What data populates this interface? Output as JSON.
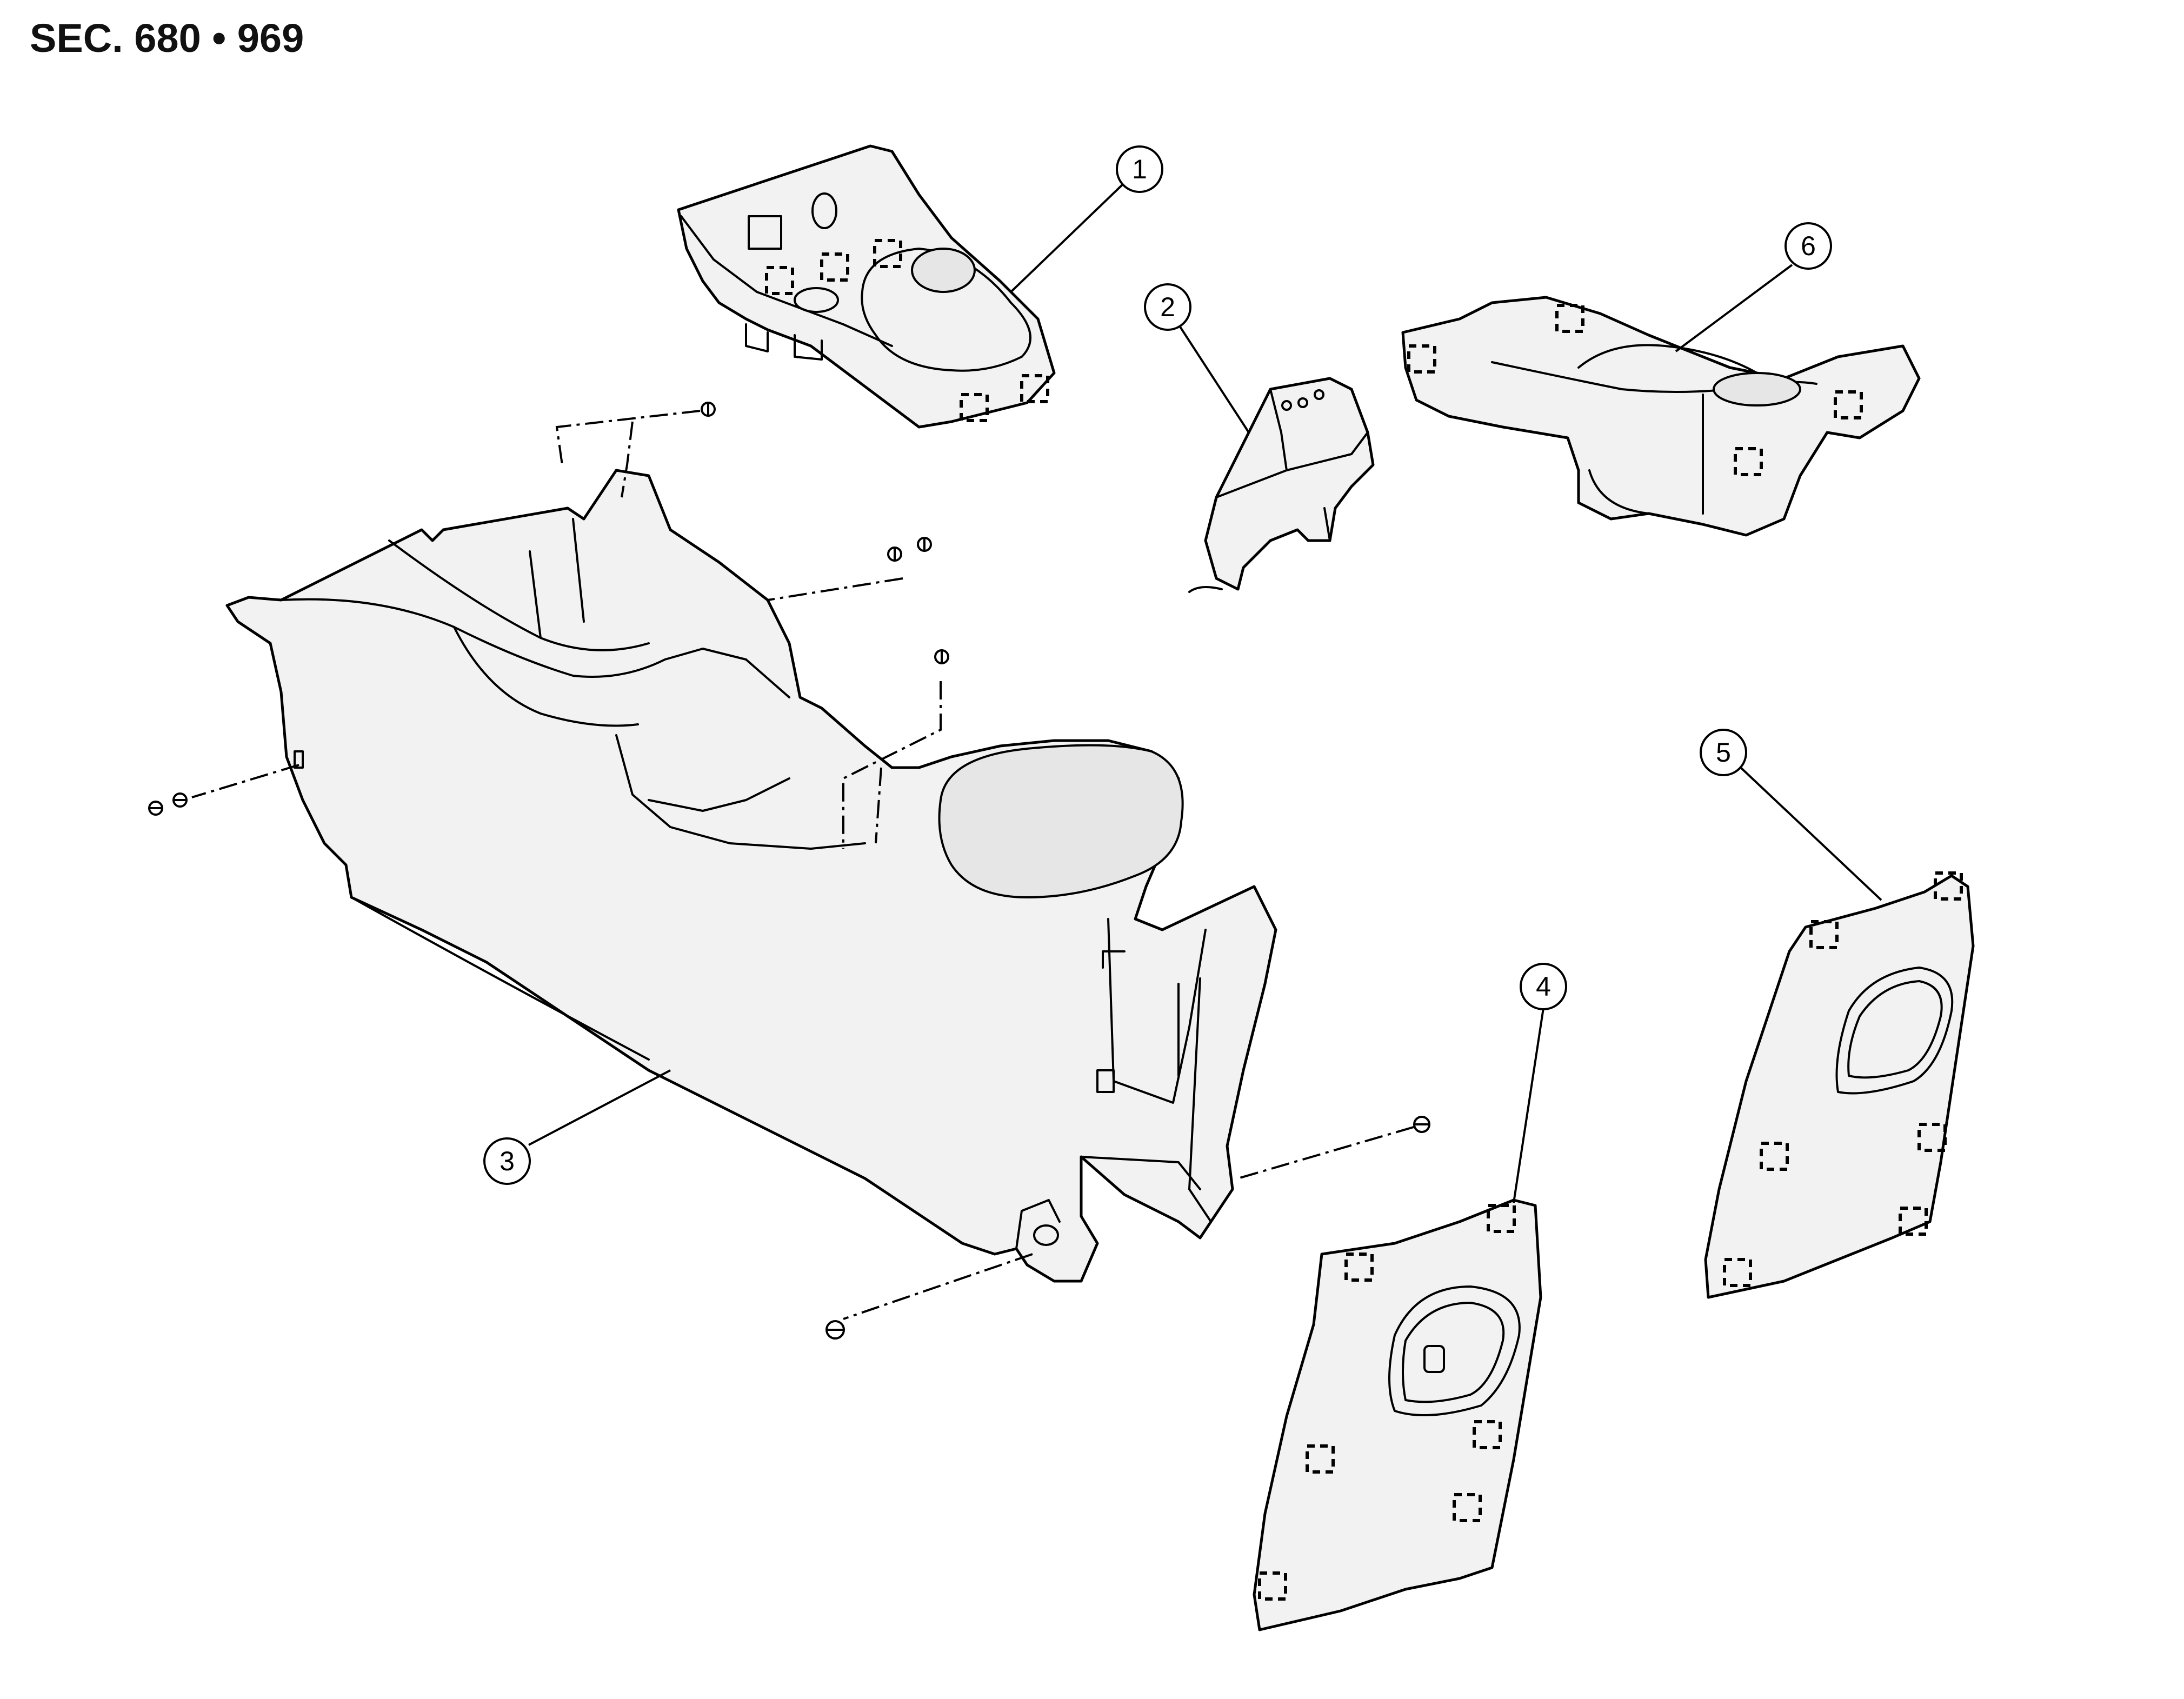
{
  "header": {
    "title": "SEC. 680 • 969"
  },
  "callouts": [
    {
      "id": "1",
      "label": "1"
    },
    {
      "id": "2",
      "label": "2"
    },
    {
      "id": "3",
      "label": "3"
    },
    {
      "id": "4",
      "label": "4"
    },
    {
      "id": "5",
      "label": "5"
    },
    {
      "id": "6",
      "label": "6"
    }
  ],
  "symbols": {
    "clip_marker": "dashed-square-clip",
    "screw": "screw-icon"
  }
}
